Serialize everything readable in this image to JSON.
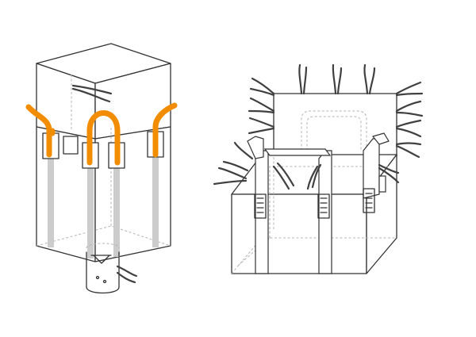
{
  "colors": {
    "background": "#ffffff",
    "line": "#333333",
    "hidden_edge": "#b4b4b4",
    "sewn_strip": "#cccccc",
    "highlight_loop": "#f28c00"
  },
  "figures": [
    {
      "figure": "bag-with-corner-lift-loops-and-discharge-spout",
      "highlight_loops": 4
    },
    {
      "figure": "bag-with-cross-corner-straps-and-ties"
    }
  ]
}
